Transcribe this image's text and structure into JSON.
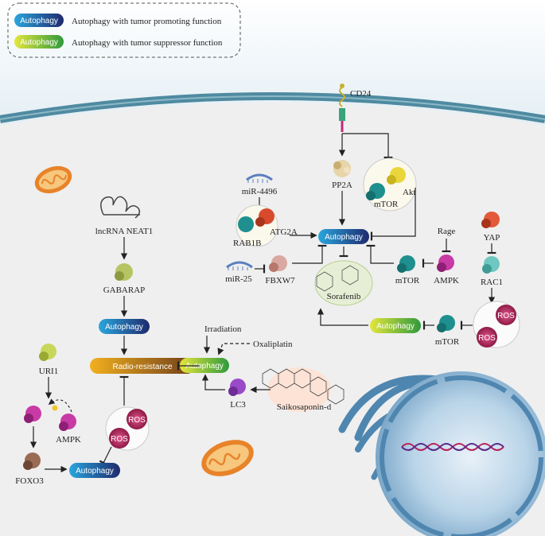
{
  "legend": {
    "promoting": {
      "pill": "Autophagy",
      "text": "Autophagy with tumor promoting function"
    },
    "suppressor": {
      "pill": "Autophagy",
      "text": "Autophagy with tumor suppressor function"
    }
  },
  "colors": {
    "promoting_start": "#2aa6dd",
    "promoting_end": "#1e2a6e",
    "suppressor_start": "#e4e63c",
    "suppressor_end": "#2f9a3c",
    "radio_start": "#f2b01e",
    "radio_end": "#6e3d1a",
    "membrane": "#4f8aa0",
    "cytoplasm": "#efefef",
    "ros": "#b8245c",
    "mitochondria": "#e8832a"
  },
  "labels": {
    "cd24": "CD24",
    "pp2a": "PP2A",
    "akt": "Akt",
    "mtor_top": "mTOR",
    "mir4496": "miR-4496",
    "atg2a": "ATG2A",
    "rab1b": "RAB1B",
    "mir25": "miR-25",
    "fbxw7": "FBXW7",
    "rage": "Rage",
    "mtor_mid": "mTOR",
    "ampk_mid": "AMPK",
    "sorafenib": "Sorafenib",
    "yap": "YAP",
    "rac1": "RAC1",
    "mtor_right": "mTOR",
    "lncrna": "lncRNA NEAT1",
    "gabarap": "GABARAP",
    "irradiation": "Irradiation",
    "oxaliplatin": "Oxaliplatin",
    "lc3": "LC3",
    "saikosaponin": "Saikosaponin-d",
    "uri1": "URI1",
    "ampk_left": "AMPK",
    "foxo3": "FOXO3",
    "ros": "ROS"
  },
  "pills": {
    "autophagy": "Autophagy",
    "radio_resistance": "Radio-resistance"
  }
}
